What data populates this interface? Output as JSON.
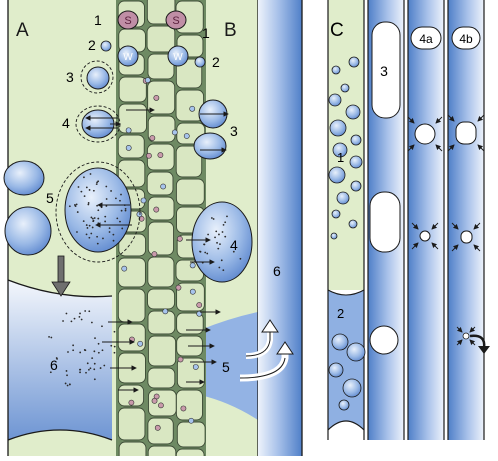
{
  "panels": {
    "a": "A",
    "b": "B",
    "c": "C"
  },
  "labels": {
    "a_1": "1",
    "a_2": "2",
    "a_3": "3",
    "a_4": "4",
    "a_5": "5",
    "a_6": "6",
    "b_1": "1",
    "b_2": "2",
    "b_3": "3",
    "b_4": "4",
    "b_5": "5",
    "b_6": "6",
    "c_1": "1",
    "c_2": "2",
    "c_3": "3",
    "c_4a": "4a",
    "c_4b": "4b"
  },
  "glyphs": {
    "s": "S",
    "w": "W"
  },
  "colors": {
    "cytoplasm": "#e0edcb",
    "vessel_light": "#eaf1fb",
    "vessel_dark": "#5b87cc",
    "droplet": "#8fb2e3",
    "vesicle_purple": "#b9889e",
    "outline": "#1a1a1a"
  },
  "icons": [
    "flow-arrow-icon",
    "down-arrow-icon",
    "exit-arrow-icon"
  ]
}
